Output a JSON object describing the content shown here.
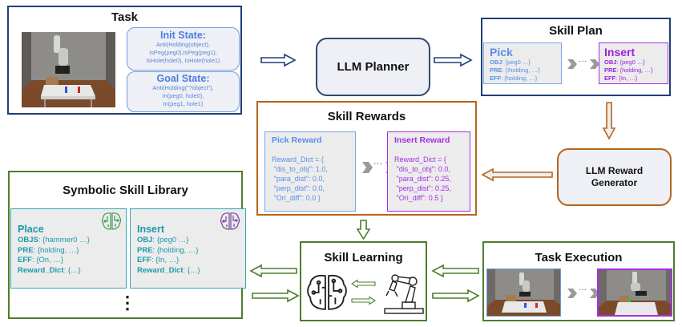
{
  "task": {
    "title": "Task",
    "init_state": {
      "heading": "Init State:",
      "lines": [
        "Anti(Holding(object),",
        "IsPeg(peg0),IsPeg(peg1),",
        "IsHole(hole0), IsHole(hole1)"
      ]
    },
    "goal_state": {
      "heading": "Goal State:",
      "lines": [
        "Anti(Holding(\"?object\"),",
        "In(peg0, hole0),",
        "In(peg1, hole1)"
      ]
    }
  },
  "llm_planner": {
    "label": "LLM Planner"
  },
  "skill_plan": {
    "title": "Skill Plan",
    "ellipsis": "···",
    "skills": [
      {
        "name": "Pick",
        "color": "#5b8ee6",
        "fields": [
          {
            "k": "OBJ",
            "v": ": {peg0 …}"
          },
          {
            "k": "PRE",
            "v": ": {!holding, …}"
          },
          {
            "k": "EFF",
            "v": ": {holding, …}"
          }
        ]
      },
      {
        "name": "Insert",
        "color": "#9b1fe0",
        "fields": [
          {
            "k": "OBJ",
            "v": ": {peg0 …}"
          },
          {
            "k": "PRE",
            "v": ": {holding, …}"
          },
          {
            "k": "EFF",
            "v": ": {In, …}"
          }
        ]
      }
    ]
  },
  "llm_reward_generator": {
    "line1": "LLM Reward",
    "line2": "Generator"
  },
  "skill_rewards": {
    "title": "Skill Rewards",
    "ellipsis": "···",
    "rewards": [
      {
        "name": "Pick Reward",
        "color": "#5b8ee6",
        "lines": [
          "Reward_Dict = {",
          " \"dis_to_obj\": 1.0,",
          " \"para_dist\": 0.0,",
          " \"perp_dist\": 0.0,",
          " \"Ori_diff\": 0.0 }"
        ]
      },
      {
        "name": "Insert Reward",
        "color": "#a52ee6",
        "lines": [
          "Reward_Dict = {",
          " \"dis_to_obj\": 0.0,",
          " \"para_dist\": 0.25,",
          " \"perp_dist\": 0.25,",
          " \"Ori_diff\": 0.5 }"
        ]
      }
    ]
  },
  "library": {
    "title": "Symbolic Skill Library",
    "more": "⋮",
    "skills": [
      {
        "name": "Place",
        "icon_color": "#3f9a5a",
        "fields": [
          {
            "k": "OBJS",
            "v": ": {hammer0 …}"
          },
          {
            "k": "PRE",
            "v": ": {holding, …}"
          },
          {
            "k": "EFF",
            "v": ": {On, …}"
          },
          {
            "k": "Reward_Dict",
            "v": ": {…}"
          }
        ]
      },
      {
        "name": "Insert",
        "icon_color": "#7b3fa0",
        "fields": [
          {
            "k": "OBJ",
            "v": ": {peg0 …}"
          },
          {
            "k": "PRE",
            "v": ": {holding, …}"
          },
          {
            "k": "EFF",
            "v": ": {In, …}"
          },
          {
            "k": "Reward_Dict",
            "v": ": {…}"
          }
        ]
      }
    ]
  },
  "skill_learning": {
    "title": "Skill Learning"
  },
  "task_execution": {
    "title": "Task Execution",
    "ellipsis": "···"
  },
  "colors": {
    "navy": "#1f3f7a",
    "orange": "#b8651b",
    "green": "#4e7d2b",
    "blue": "#5b8ee6",
    "purple": "#9b1fe0",
    "teal": "#1a9aa8"
  }
}
